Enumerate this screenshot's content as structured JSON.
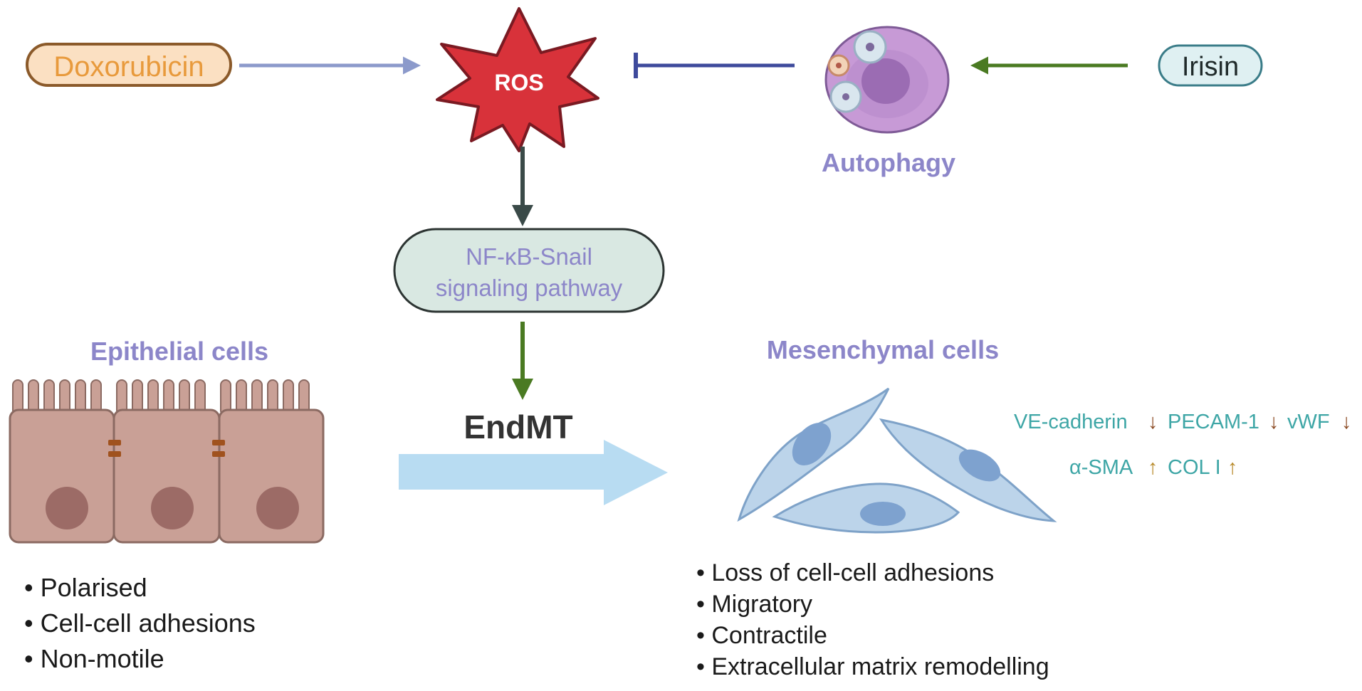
{
  "nodes": {
    "doxorubicin": "Doxorubicin",
    "ros": "ROS",
    "autophagy": "Autophagy",
    "irisin": "Irisin",
    "nfkb_line1": "NF-κB-Snail",
    "nfkb_line2": "signaling pathway",
    "endmt": "EndMT"
  },
  "epithelial": {
    "title": "Epithelial cells",
    "bullets": [
      "• Polarised",
      "• Cell-cell adhesions",
      "• Non-motile"
    ]
  },
  "mesenchymal": {
    "title": "Mesenchymal cells",
    "bullets": [
      "• Loss of cell-cell adhesions",
      "• Migratory",
      "• Contractile",
      "• Extracellular matrix remodelling"
    ]
  },
  "markers": {
    "down": [
      "VE-cadherin",
      "PECAM-1",
      "vWF"
    ],
    "up": [
      "α-SMA",
      "COL I"
    ],
    "down_arrow": "↓",
    "up_arrow": "↑"
  },
  "colors": {
    "doxorubicin": "#e89a3c",
    "ros": "#d8323a",
    "purple_label": "#8c86c9",
    "teal_label": "#3ea6a6",
    "down_arrow": "#8b4a22",
    "up_arrow": "#b88a2a",
    "endmt_arrow": "#b8dcf2",
    "inhibit": "#3e4a9c",
    "activate_green": "#4a7a22",
    "dark_arrow": "#3a4a48"
  }
}
